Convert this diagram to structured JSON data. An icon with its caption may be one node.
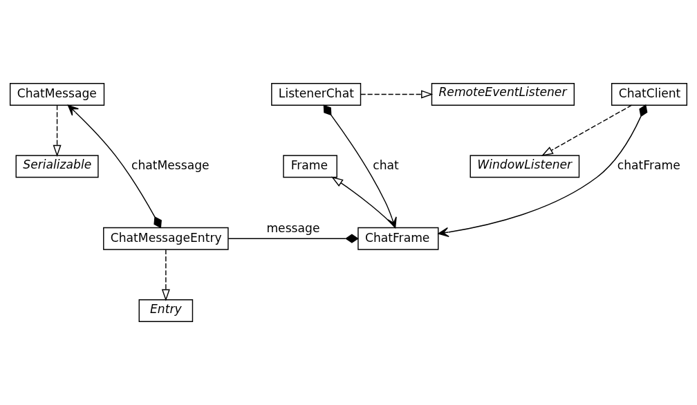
{
  "diagram": {
    "nodes": [
      {
        "text": [
          "ChatMessage"
        ]
      },
      {
        "text": [
          "ListenerChat"
        ]
      },
      {
        "text": [
          "RemoteEventListener"
        ]
      },
      {
        "text": [
          "ChatClient"
        ]
      },
      {
        "text": [
          "Serializable"
        ]
      },
      {
        "text": [
          "Frame"
        ]
      },
      {
        "text": [
          "WindowListener"
        ]
      },
      {
        "text": [
          "ChatMessageEntry"
        ]
      },
      {
        "text": [
          "ChatFrame"
        ]
      },
      {
        "text": [
          "Entry"
        ]
      }
    ],
    "edges": [
      {
        "from": 7,
        "to": 0,
        "arrow": "to",
        "label": "chatMessage"
      },
      {
        "from": 0,
        "to": 4,
        "arrow": "to",
        "style": "dashed"
      },
      {
        "from": 1,
        "to": 2,
        "arrow": "to",
        "style": "dashed"
      },
      {
        "from": 1,
        "to": 8,
        "arrow": "to",
        "label": "chat"
      },
      {
        "from": 3,
        "to": 8,
        "arrow": "to",
        "label": "chatFrame"
      },
      {
        "from": 3,
        "to": 6,
        "arrow": "to",
        "style": "dashed"
      },
      {
        "from": 8,
        "to": 5,
        "arrow": "to"
      },
      {
        "from": 7,
        "to": 8,
        "arrow": "other",
        "label": "message"
      },
      {
        "from": 7,
        "to": 9,
        "arrow": "to",
        "style": "dashed"
      }
    ]
  }
}
